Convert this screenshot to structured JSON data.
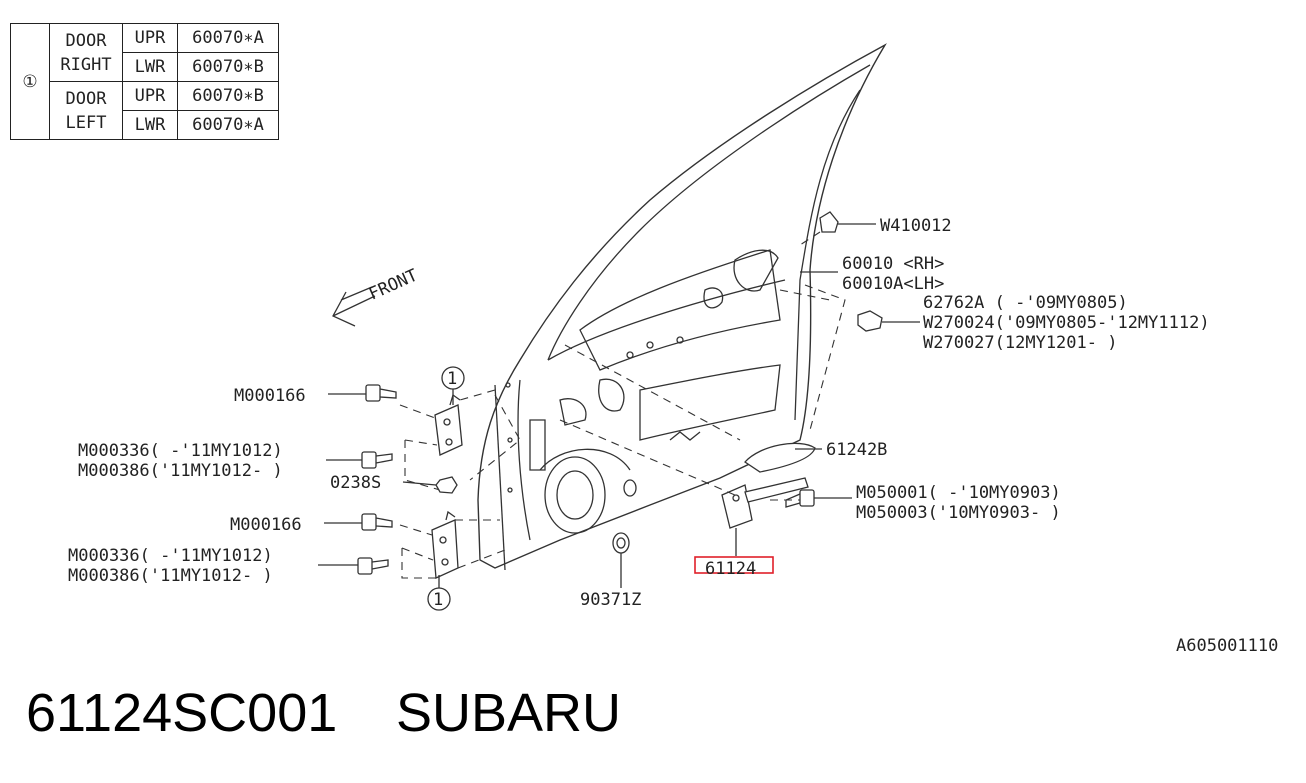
{
  "legend": {
    "marker": "①",
    "rows": [
      {
        "group": "DOOR",
        "side": "RIGHT",
        "pos": [
          "UPR",
          "LWR"
        ],
        "parts": [
          "60070∗A",
          "60070∗B"
        ]
      },
      {
        "group": "DOOR",
        "side": "LEFT",
        "pos": [
          "UPR",
          "LWR"
        ],
        "parts": [
          "60070∗B",
          "60070∗A"
        ]
      }
    ]
  },
  "direction_label": "FRONT",
  "callout_marker": "1",
  "callouts": {
    "w410012": "W410012",
    "p60010": "60010 <RH>",
    "p60010a": "60010A<LH>",
    "p62762a": "62762A ( -'09MY0805)",
    "w270024": "W270024('09MY0805-'12MY1112)",
    "w270027": "W270027(12MY1201- )",
    "m000166_top": "M000166",
    "m000336_top": "M000336( -'11MY1012)",
    "m000386_top": "M000386('11MY1012- )",
    "p0238s": "0238S",
    "m000166_bot": "M000166",
    "m000336_bot": "M000336( -'11MY1012)",
    "m000386_bot": "M000386('11MY1012- )",
    "p61242b": "61242B",
    "m050001": "M050001( -'10MY0903)",
    "m050003": "M050003('10MY0903- )",
    "p61124": "61124",
    "p90371z": "90371Z"
  },
  "diagram_code": "A605001110",
  "footer": {
    "part_number": "61124SC001",
    "brand": "SUBARU"
  },
  "colors": {
    "highlight": "#e0202a",
    "line": "#333333"
  }
}
